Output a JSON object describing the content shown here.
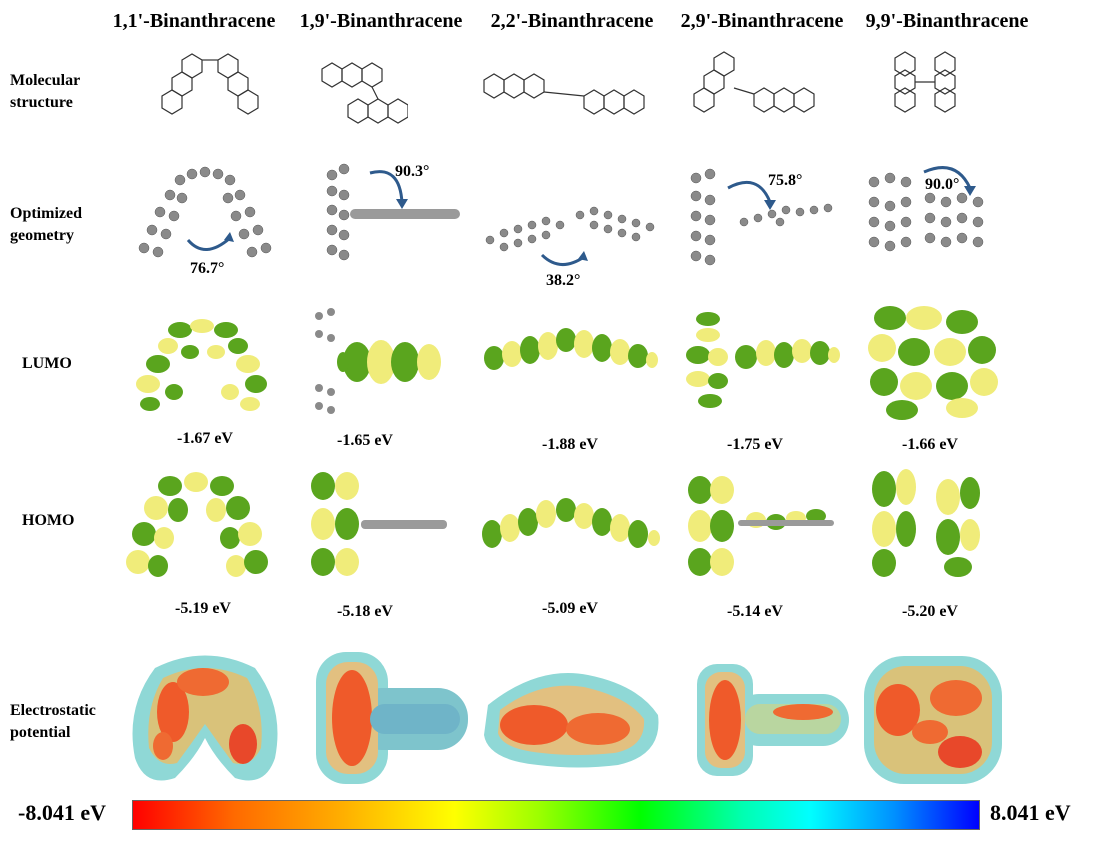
{
  "columns": [
    {
      "title": "1,1'-Binanthracene",
      "angle": "76.7°",
      "lumo": "-1.67 eV",
      "homo": "-5.19 eV"
    },
    {
      "title": "1,9'-Binanthracene",
      "angle": "90.3°",
      "lumo": "-1.65 eV",
      "homo": "-5.18 eV"
    },
    {
      "title": "2,2'-Binanthracene",
      "angle": "38.2°",
      "lumo": "-1.88 eV",
      "homo": "-5.09 eV"
    },
    {
      "title": "2,9'-Binanthracene",
      "angle": "75.8°",
      "lumo": "-1.75 eV",
      "homo": "-5.14 eV"
    },
    {
      "title": "9,9'-Binanthracene",
      "angle": "90.0°",
      "lumo": "-1.66 eV",
      "homo": "-5.20 eV"
    }
  ],
  "rows": {
    "molecular_structure": "Molecular structure",
    "optimized_geometry": "Optimized geometry",
    "lumo": "LUMO",
    "homo": "HOMO",
    "electrostatic_potential": "Electrostatic potential"
  },
  "scale": {
    "min_label": "-8.041 eV",
    "max_label": "8.041 eV"
  },
  "colors": {
    "orbital_green": "#5aa51e",
    "orbital_yellow": "#f0ec7a",
    "atom_gray": "#8a8a8a",
    "arrow_blue": "#2e5a8c"
  }
}
